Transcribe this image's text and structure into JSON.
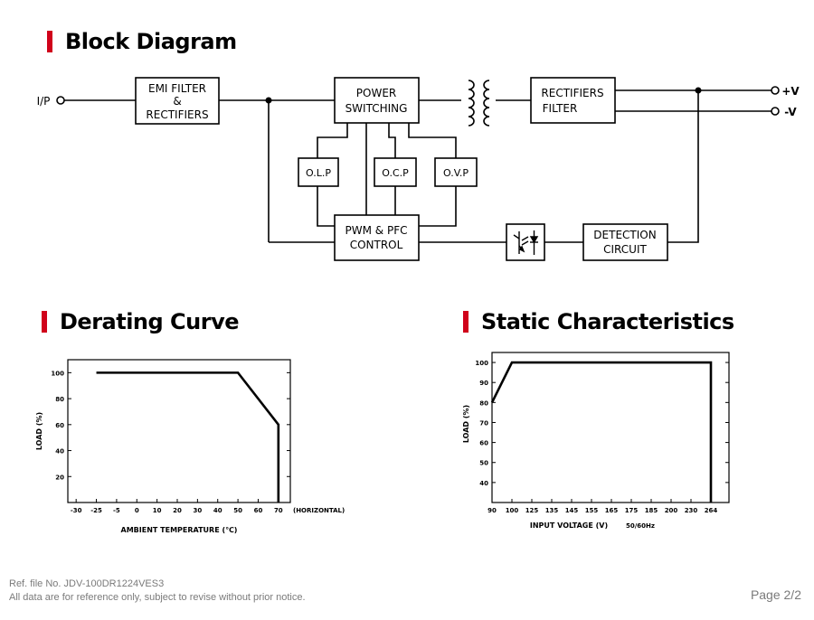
{
  "sections": {
    "block_diagram": "Block Diagram",
    "derating_curve": "Derating Curve",
    "static_characteristics": "Static Characteristics"
  },
  "block_diagram": {
    "input_label": "I/P",
    "out_pos": "+V",
    "out_neg": "-V",
    "emi_line1": "EMI FILTER",
    "emi_line2": "&",
    "emi_line3": "RECTIFIERS",
    "power_line1": "POWER",
    "power_line2": "SWITCHING",
    "rect_line1": "RECTIFIERS",
    "rect_line2": "FILTER",
    "olp": "O.L.P",
    "ocp": "O.C.P",
    "ovp": "O.V.P",
    "pwm_line1": "PWM & PFC",
    "pwm_line2": "CONTROL",
    "det_line1": "DETECTION",
    "det_line2": "CIRCUIT"
  },
  "chart_data": [
    {
      "type": "line",
      "x": [
        -25,
        50,
        70,
        70
      ],
      "y": [
        100,
        100,
        60,
        0
      ],
      "xticks": [
        "-30",
        "-25",
        "-5",
        "0",
        "10",
        "20",
        "30",
        "40",
        "50",
        "60",
        "70"
      ],
      "xtick_note": "(HORIZONTAL)",
      "yticks": [
        "20",
        "40",
        "60",
        "80",
        "100"
      ],
      "xlabel": "AMBIENT TEMPERATURE (℃)",
      "ylabel": "LOAD (%)",
      "title": "",
      "grid": false
    },
    {
      "type": "line",
      "x": [
        "90",
        "100",
        "264",
        "264"
      ],
      "y": [
        80,
        100,
        100,
        0
      ],
      "xticks": [
        "90",
        "100",
        "125",
        "135",
        "145",
        "155",
        "165",
        "175",
        "185",
        "200",
        "230",
        "264"
      ],
      "yticks": [
        "40",
        "50",
        "60",
        "70",
        "80",
        "90",
        "100"
      ],
      "xlabel": "INPUT VOLTAGE (V)",
      "xlabel_note": "50/60Hz",
      "ylabel": "LOAD (%)",
      "title": "",
      "grid": false
    }
  ],
  "footer": {
    "ref": "Ref. file No. JDV-100DR1224VES3",
    "notice": "All data are for reference only, subject to revise without prior notice.",
    "page": "Page 2/2"
  }
}
